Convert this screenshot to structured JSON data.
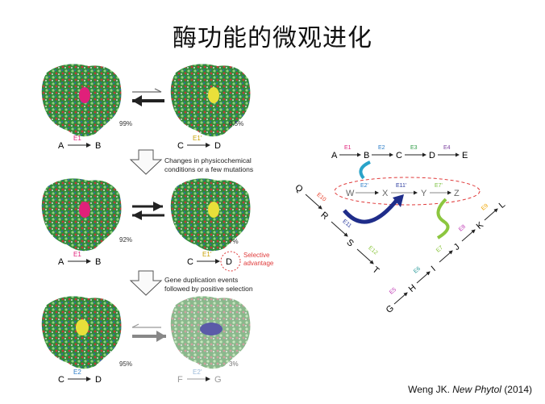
{
  "title": "酶功能的微观进化",
  "citation": {
    "author": "Weng JK.",
    "journal": "New Phytol",
    "year": "(2014)"
  },
  "left": {
    "row1": {
      "pct_left": "99%",
      "pct_right": "0.5%",
      "rxn_left": {
        "sub": "A",
        "enz": "E1",
        "prod": "B"
      },
      "rxn_right": {
        "sub": "C",
        "enz": "E1'",
        "prod": "D"
      }
    },
    "step1_text": [
      "Changes in physicochemical",
      "conditions or a few mutations"
    ],
    "row2": {
      "pct_left": "92%",
      "pct_right": "7%",
      "rxn_left": {
        "sub": "A",
        "enz": "E1",
        "prod": "B"
      },
      "rxn_right": {
        "sub": "C",
        "enz": "E1'",
        "prod": "D"
      },
      "selective": [
        "Selective",
        "advantage"
      ]
    },
    "step2_text": [
      "Gene duplication events",
      "followed by positive selection"
    ],
    "row3": {
      "pct_left": "95%",
      "pct_right": "3%",
      "rxn_left": {
        "sub": "C",
        "enz": "E2",
        "prod": "D"
      },
      "rxn_right": {
        "sub": "F",
        "enz": "E2'",
        "prod": "G"
      }
    }
  },
  "right": {
    "top_path": {
      "nodes": [
        "A",
        "B",
        "C",
        "D",
        "E"
      ],
      "enz": [
        "E1",
        "E2",
        "E3",
        "E4"
      ]
    },
    "mid_path": {
      "nodes": [
        "W",
        "X",
        "Y",
        "Z"
      ],
      "enz": [
        "E2'",
        "E11'",
        "E7'"
      ]
    },
    "left_path": {
      "nodes": [
        "Q",
        "R",
        "S",
        "T"
      ],
      "enz": [
        "E10",
        "E11",
        "E12"
      ]
    },
    "right_path": {
      "nodes": [
        "G",
        "H",
        "I",
        "J",
        "K",
        "L"
      ],
      "enz": [
        "E5",
        "E6",
        "E7",
        "E8",
        "E9"
      ]
    }
  },
  "colors": {
    "e1": "#e0207a",
    "e2": "#2a7cc7",
    "e3": "#2e9b45",
    "e4": "#7b3f9e",
    "e7": "#7cc242",
    "e9": "#f0a500",
    "e10": "#e8402a",
    "e11": "#2a3a9e",
    "e12": "#8cc63f",
    "e5": "#c03bb5",
    "dash": "#e03b3b"
  }
}
